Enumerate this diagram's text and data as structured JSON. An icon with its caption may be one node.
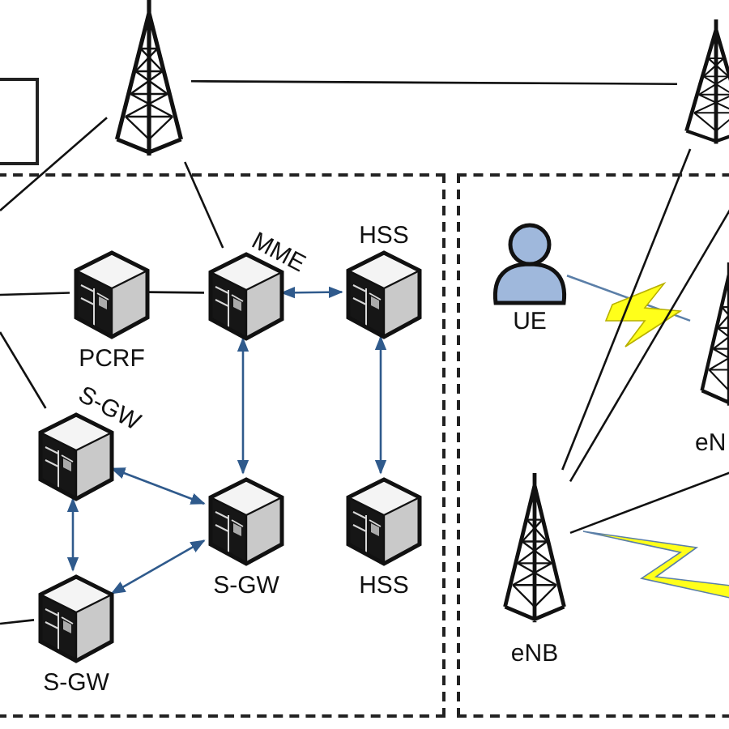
{
  "diagram": {
    "nodes": [
      {
        "text": [],
        "shape": "box"
      },
      {
        "text": [],
        "shape": "box"
      },
      {
        "text": [],
        "shape": "box"
      },
      {
        "text": [],
        "shape": "tower"
      },
      {
        "text": [],
        "shape": "tower"
      },
      {
        "text": [
          "PCRF"
        ],
        "in": 1
      },
      {
        "text": [
          "MME"
        ],
        "in": 1
      },
      {
        "text": [
          "HSS"
        ],
        "in": 1
      },
      {
        "text": [
          "S-GW"
        ],
        "in": 1
      },
      {
        "text": [
          "S-GW"
        ],
        "in": 1
      },
      {
        "text": [
          "HSS"
        ],
        "in": 1
      },
      {
        "text": [
          "S-GW"
        ],
        "in": 1
      },
      {
        "text": [
          "UE"
        ],
        "in": 2
      },
      {
        "text": [
          "eN"
        ],
        "in": 2
      },
      {
        "text": [
          "eNB"
        ],
        "in": 2
      }
    ],
    "edges": [
      {
        "from": 3,
        "to": 1,
        "arrow": "none"
      },
      {
        "from": 3,
        "to": 4,
        "arrow": "none"
      },
      {
        "from": 3,
        "to": 6,
        "arrow": "none"
      },
      {
        "from": 1,
        "to": 5,
        "arrow": "none"
      },
      {
        "from": 5,
        "to": 6,
        "arrow": "none"
      },
      {
        "from": 6,
        "to": 7,
        "arrow": "both",
        "color": "#2f5a8c"
      },
      {
        "from": 6,
        "to": 9,
        "arrow": "both",
        "color": "#2f5a8c"
      },
      {
        "from": 7,
        "to": 10,
        "arrow": "both",
        "color": "#2f5a8c"
      },
      {
        "from": 1,
        "to": 8,
        "arrow": "none"
      },
      {
        "from": 8,
        "to": 9,
        "arrow": "both",
        "color": "#2f5a8c"
      },
      {
        "from": 8,
        "to": 11,
        "arrow": "both",
        "color": "#2f5a8c"
      },
      {
        "from": 11,
        "to": 9,
        "arrow": "both",
        "color": "#2f5a8c"
      },
      {
        "from": 1,
        "to": 11,
        "arrow": "none"
      },
      {
        "from": 12,
        "to": 13,
        "arrow": "none",
        "color": "#5b7fa8"
      },
      {
        "from": 14,
        "to": 4,
        "arrow": "none"
      },
      {
        "from": 14,
        "to": null,
        "arrow": "none"
      },
      {
        "from": 14,
        "to": null,
        "arrow": "none"
      }
    ]
  }
}
